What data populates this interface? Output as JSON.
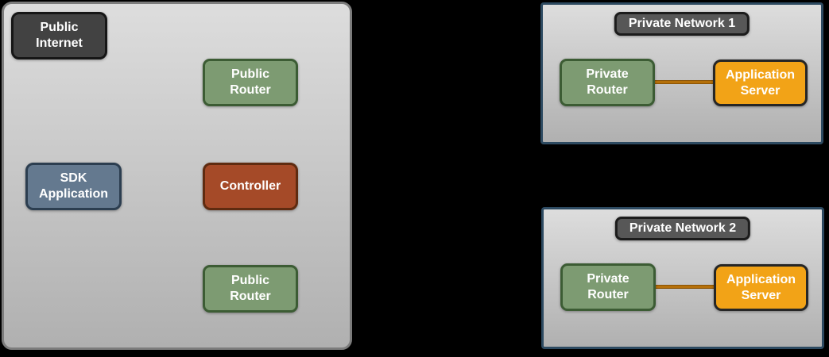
{
  "colors": {
    "background": "#000000",
    "zone_fill_top": "#dddddd",
    "zone_fill_bottom": "#b0b0b0",
    "public_zone_border": "#7c7c7c",
    "network_zone_border": "#2d4a61",
    "dark_node_fill": "#424242",
    "title_node_fill": "#575757",
    "router_green_fill": "#7d9b72",
    "router_green_border": "#3c5c34",
    "sdk_slate_fill": "#64798f",
    "sdk_slate_border": "#2c3e50",
    "controller_rust_fill": "#a54a28",
    "controller_rust_border": "#5f2b10",
    "server_orange_fill": "#f2a317",
    "server_orange_border": "#262626",
    "connector_orange": "#b5700a",
    "label_text": "#ffffff"
  },
  "public_zone": {
    "public_internet_label": "Public Internet",
    "public_router_top_label": "Public Router",
    "sdk_application_label": "SDK Application",
    "controller_label": "Controller",
    "public_router_bottom_label": "Public Router"
  },
  "private_network_1": {
    "title": "Private Network 1",
    "private_router_label": "Private Router",
    "application_server_label": "Application Server"
  },
  "private_network_2": {
    "title": "Private Network 2",
    "private_router_label": "Private Router",
    "application_server_label": "Application Server"
  }
}
